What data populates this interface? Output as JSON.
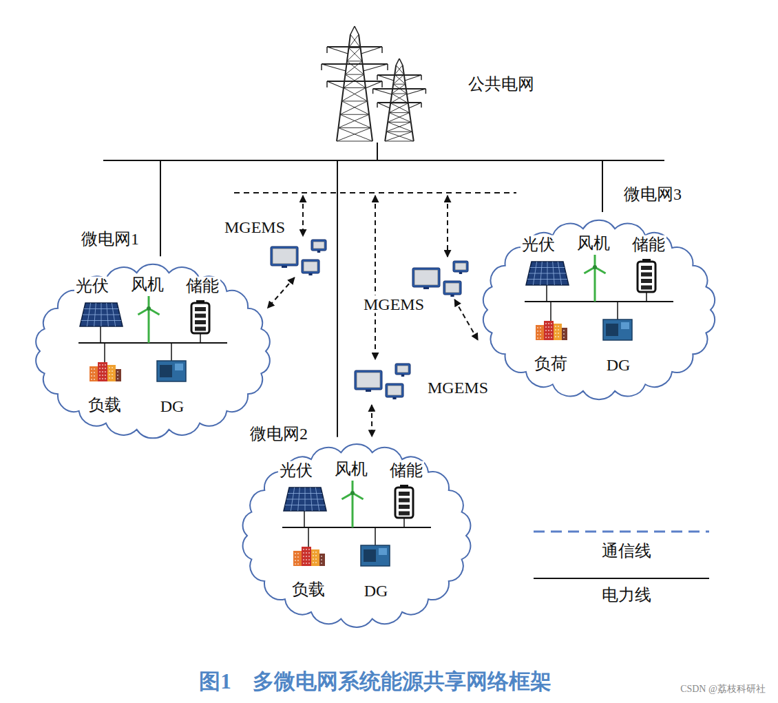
{
  "diagram": {
    "caption": "图1　多微电网系统能源共享网络框架",
    "nodes": [
      {
        "text": [
          "公共电网"
        ]
      },
      {
        "text": [
          "微电网1"
        ]
      },
      {
        "text": [
          "光伏"
        ],
        "in": 1
      },
      {
        "text": [
          "风机"
        ],
        "in": 1
      },
      {
        "text": [
          "储能"
        ],
        "in": 1
      },
      {
        "text": [
          "负载"
        ],
        "in": 1
      },
      {
        "text": [
          "DG"
        ],
        "in": 1
      },
      {
        "text": [
          "MGEMS"
        ]
      },
      {
        "text": [
          "MGEMS"
        ]
      },
      {
        "text": [
          "微电网3"
        ]
      },
      {
        "text": [
          "光伏"
        ],
        "in": 9
      },
      {
        "text": [
          "风机"
        ],
        "in": 9
      },
      {
        "text": [
          "储能"
        ],
        "in": 9
      },
      {
        "text": [
          "负荷"
        ],
        "in": 9
      },
      {
        "text": [
          "DG"
        ],
        "in": 9
      },
      {
        "text": [
          "MGEMS"
        ]
      },
      {
        "text": [
          "微电网2"
        ]
      },
      {
        "text": [
          "光伏"
        ],
        "in": 16
      },
      {
        "text": [
          "风机"
        ],
        "in": 16
      },
      {
        "text": [
          "储能"
        ],
        "in": 16
      },
      {
        "text": [
          "负载"
        ],
        "in": 16
      },
      {
        "text": [
          "DG"
        ],
        "in": 16
      }
    ],
    "edges": [
      {
        "from": 0,
        "to": 1,
        "arrow": "none"
      },
      {
        "from": 0,
        "to": 16,
        "arrow": "none"
      },
      {
        "from": 0,
        "to": 9,
        "arrow": "none"
      },
      {
        "from": 7,
        "to": 1,
        "arrow": "both"
      },
      {
        "from": 8,
        "to": 9,
        "arrow": "both"
      },
      {
        "from": 15,
        "to": 16,
        "arrow": "both"
      }
    ],
    "labels": [
      "CSDN @荔枝科研社"
    ],
    "legend": [
      {
        "text": "通信线"
      },
      {
        "text": "电力线"
      }
    ]
  }
}
